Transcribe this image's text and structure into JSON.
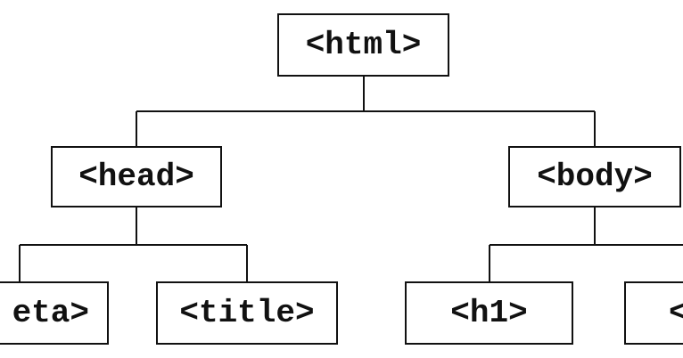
{
  "diagram": {
    "nodes": {
      "html": {
        "label": "<html>"
      },
      "head": {
        "label": "<head>"
      },
      "body": {
        "label": "<body>"
      },
      "meta": {
        "label": "eta>"
      },
      "title": {
        "label": "<title>"
      },
      "h1": {
        "label": "<h1>"
      },
      "p": {
        "label": "<"
      }
    },
    "edges": [
      {
        "from": "html",
        "to": "head"
      },
      {
        "from": "html",
        "to": "body"
      },
      {
        "from": "head",
        "to": "meta"
      },
      {
        "from": "head",
        "to": "title"
      },
      {
        "from": "body",
        "to": "h1"
      },
      {
        "from": "body",
        "to": "p"
      }
    ],
    "colors": {
      "line": "#111111",
      "box_border": "#111111",
      "text": "#111111",
      "background": "#ffffff"
    }
  }
}
